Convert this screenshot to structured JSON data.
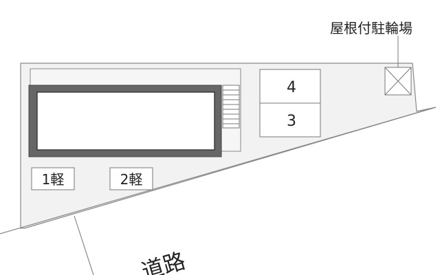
{
  "labels": {
    "bicycle_parking": "屋根付駐輪場",
    "road": "道路"
  },
  "parking_spaces": [
    {
      "label": "4"
    },
    {
      "label": "3"
    },
    {
      "label": "1軽"
    },
    {
      "label": "2軽"
    }
  ],
  "colors": {
    "lot": "#f2f2f2",
    "outline": "#888888",
    "building_wall": "#555555",
    "text": "#222222"
  }
}
